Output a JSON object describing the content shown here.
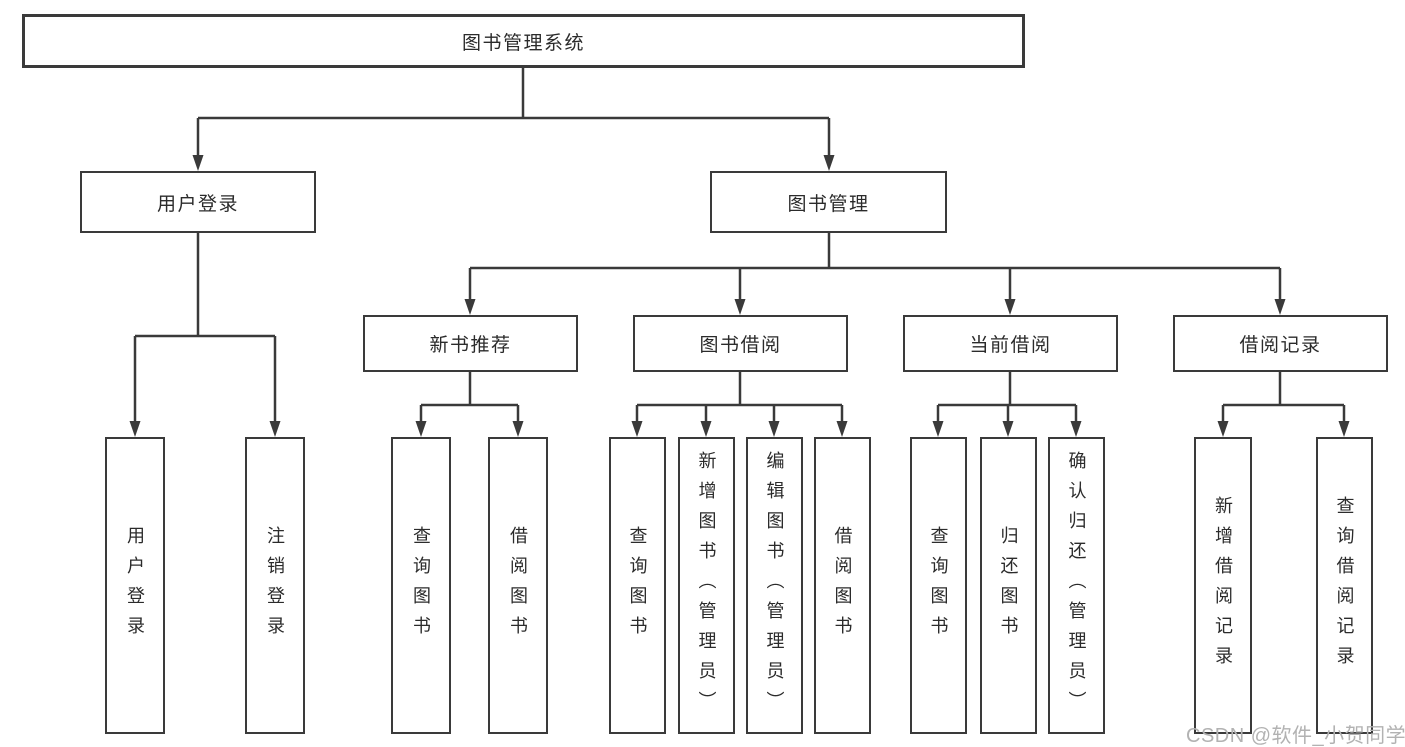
{
  "diagram": {
    "type": "hierarchy-tree",
    "root": {
      "label": "图书管理系统",
      "children": [
        {
          "label": "用户登录",
          "children": [
            {
              "label": "用户登录"
            },
            {
              "label": "注销登录"
            }
          ]
        },
        {
          "label": "图书管理",
          "children": [
            {
              "label": "新书推荐",
              "children": [
                {
                  "label": "查询图书"
                },
                {
                  "label": "借阅图书"
                }
              ]
            },
            {
              "label": "图书借阅",
              "children": [
                {
                  "label": "查询图书"
                },
                {
                  "label": "新增图书（管理员）"
                },
                {
                  "label": "编辑图书（管理员）"
                },
                {
                  "label": "借阅图书"
                }
              ]
            },
            {
              "label": "当前借阅",
              "children": [
                {
                  "label": "查询图书"
                },
                {
                  "label": "归还图书"
                },
                {
                  "label": "确认归还（管理员）"
                }
              ]
            },
            {
              "label": "借阅记录",
              "children": [
                {
                  "label": "新增借阅记录"
                },
                {
                  "label": "查询借阅记录"
                }
              ]
            }
          ]
        }
      ]
    },
    "colors": {
      "line": "#3a3a3a",
      "box_border": "#3a3a3a",
      "box_fill": "#ffffff",
      "text": "#2b2b2b",
      "background": "#ffffff",
      "watermark": "#b2b2b2"
    }
  },
  "watermark": {
    "text": "CSDN @软件_小贺同学"
  }
}
